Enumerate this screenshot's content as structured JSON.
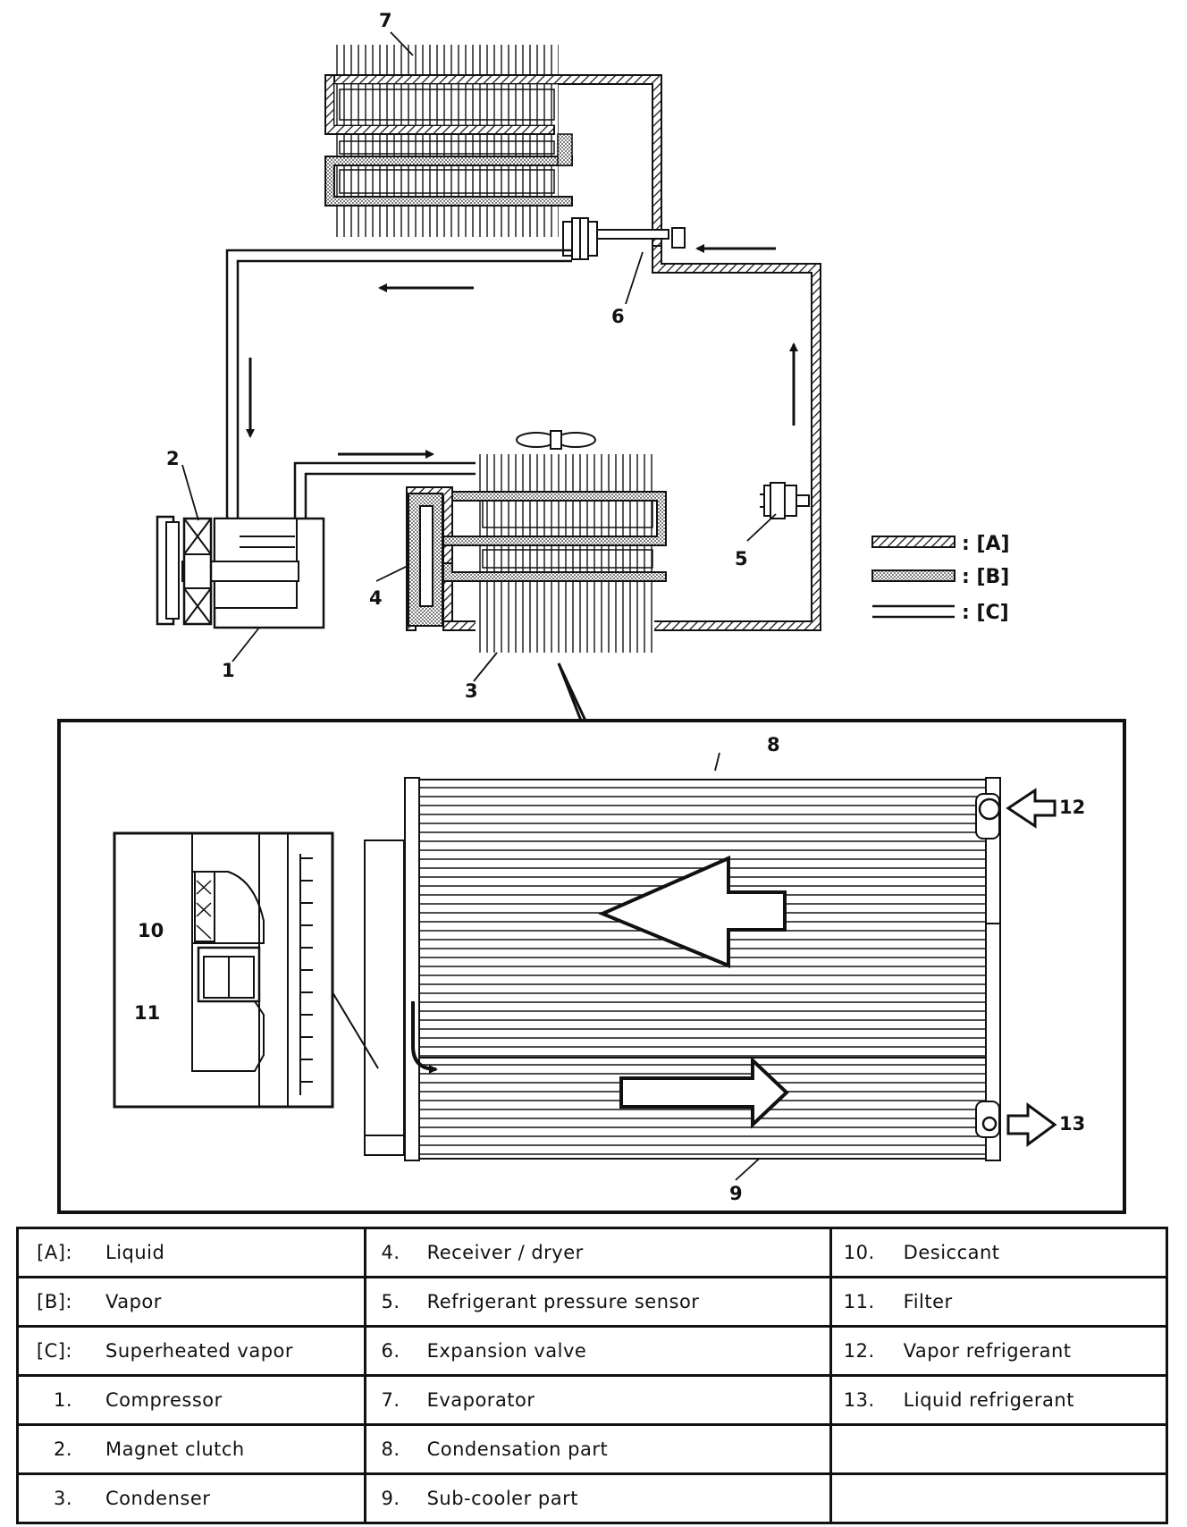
{
  "callouts": {
    "n1": "1",
    "n2": "2",
    "n3": "3",
    "n4": "4",
    "n5": "5",
    "n6": "6",
    "n7": "7",
    "n8": "8",
    "n9": "9",
    "n10": "10",
    "n11": "11",
    "n12": "12",
    "n13": "13"
  },
  "line_key": {
    "a": ": [A]",
    "b": ": [B]",
    "c": ": [C]"
  },
  "legend": {
    "rows": [
      [
        {
          "key": "[A]:",
          "value": "Liquid"
        },
        {
          "key": "4.",
          "value": "Receiver / dryer"
        },
        {
          "key": "10.",
          "value": "Desiccant"
        }
      ],
      [
        {
          "key": "[B]:",
          "value": "Vapor"
        },
        {
          "key": "5.",
          "value": "Refrigerant pressure sensor"
        },
        {
          "key": "11.",
          "value": "Filter"
        }
      ],
      [
        {
          "key": "[C]:",
          "value": "Superheated vapor"
        },
        {
          "key": "6.",
          "value": "Expansion valve"
        },
        {
          "key": "12.",
          "value": "Vapor refrigerant"
        }
      ],
      [
        {
          "key": "1.",
          "value": "Compressor"
        },
        {
          "key": "7.",
          "value": "Evaporator"
        },
        {
          "key": "13.",
          "value": "Liquid refrigerant"
        }
      ],
      [
        {
          "key": "2.",
          "value": "Magnet clutch"
        },
        {
          "key": "8.",
          "value": "Condensation part"
        },
        {
          "key": "",
          "value": ""
        }
      ],
      [
        {
          "key": "3.",
          "value": "Condenser"
        },
        {
          "key": "9.",
          "value": "Sub-cooler part"
        },
        {
          "key": "",
          "value": ""
        }
      ]
    ]
  }
}
